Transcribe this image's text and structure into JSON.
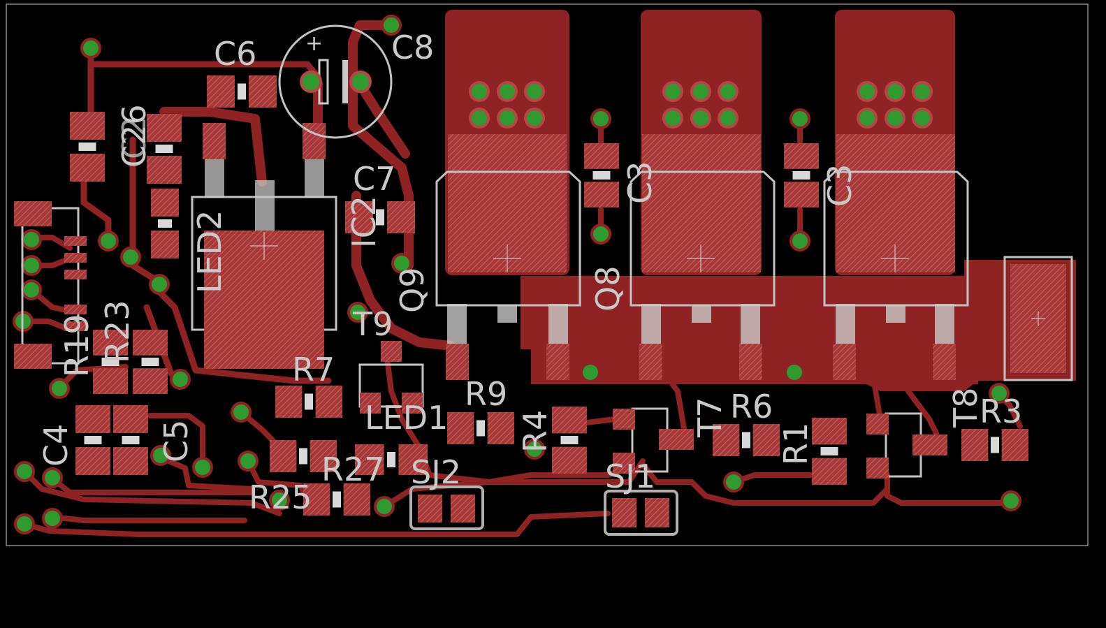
{
  "view": {
    "background": "#000000",
    "board_outline_color": "#d0d0d0",
    "copper_color": "#8f2323",
    "pad_color": "#b03a3a",
    "silk_color": "#c9c9c9",
    "via_ring_color": "#40a040"
  },
  "labels": {
    "c6": "C6",
    "c8": "C8",
    "c7": "C7",
    "c26": "C26",
    "c2": "C2",
    "c3": "C3",
    "c3b": "C3",
    "c4": "C4",
    "c5": "C5",
    "ic2": "IC2",
    "led2": "LED2",
    "led1": "LED1",
    "q9": "Q9",
    "q8": "Q8",
    "t9": "T9",
    "t7": "T7",
    "t8": "T8",
    "r7": "R7",
    "r9": "R9",
    "r6": "R6",
    "r4": "R4",
    "r1": "R1",
    "r3": "R3",
    "r19": "R19",
    "r23": "R23",
    "r25": "R25",
    "r27": "R27",
    "sj1": "SJ1",
    "sj2": "SJ2",
    "plus": "+"
  }
}
